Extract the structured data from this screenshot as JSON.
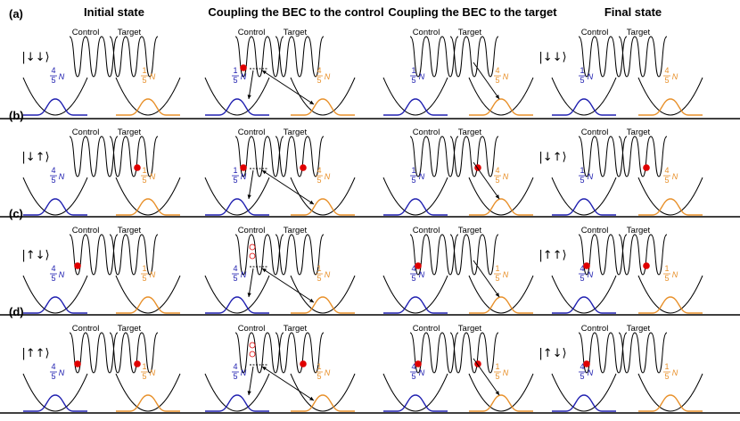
{
  "headers": [
    "Initial state",
    "Coupling the BEC to the control",
    "Coupling the BEC to the target",
    "Final state"
  ],
  "well_labels": {
    "control": "Control",
    "target": "Target"
  },
  "particle_symbol": "N",
  "colors": {
    "blue": "#2020b0",
    "orange": "#e8902a",
    "red": "#e00000",
    "black": "#000000"
  },
  "rows": [
    {
      "label": "(a)",
      "initial_ket": "|↓↓⟩",
      "final_ket": "|↓↓⟩",
      "initial_atoms": [],
      "control_atoms": {
        "solid": [
          "control"
        ],
        "hollow": []
      },
      "target_atoms": [],
      "final_atoms": [],
      "fractions": {
        "initial": [
          "4/5",
          "1/5"
        ],
        "control": [
          "1/5",
          "4/5"
        ],
        "target": [
          "1/5",
          "4/5"
        ],
        "final": [
          "1/5",
          "4/5"
        ]
      }
    },
    {
      "label": "(b)",
      "initial_ket": "|↓↑⟩",
      "final_ket": "|↓↑⟩",
      "initial_atoms": [
        "target"
      ],
      "control_atoms": {
        "solid": [
          "control",
          "target"
        ],
        "hollow": []
      },
      "target_atoms": [
        "target"
      ],
      "final_atoms": [
        "target"
      ],
      "fractions": {
        "initial": [
          "4/5",
          "1/5"
        ],
        "control": [
          "1/5",
          "4/5"
        ],
        "target": [
          "1/5",
          "4/5"
        ],
        "final": [
          "1/5",
          "4/5"
        ]
      }
    },
    {
      "label": "(c)",
      "initial_ket": "|↑↓⟩",
      "final_ket": "|↑↑⟩",
      "initial_atoms": [
        "control"
      ],
      "control_atoms": {
        "solid": [],
        "hollow": [
          "control"
        ]
      },
      "target_atoms": [
        "control"
      ],
      "final_atoms": [
        "control",
        "target"
      ],
      "fractions": {
        "initial": [
          "4/5",
          "1/5"
        ],
        "control": [
          "4/5",
          "1/5"
        ],
        "target": [
          "4/5",
          "1/5"
        ],
        "final": [
          "4/5",
          "1/5"
        ]
      }
    },
    {
      "label": "(d)",
      "initial_ket": "|↑↑⟩",
      "final_ket": "|↑↓⟩",
      "initial_atoms": [
        "control",
        "target"
      ],
      "control_atoms": {
        "solid": [
          "target"
        ],
        "hollow": [
          "control"
        ]
      },
      "target_atoms": [
        "control",
        "target"
      ],
      "final_atoms": [
        "control"
      ],
      "fractions": {
        "initial": [
          "4/5",
          "1/5"
        ],
        "control": [
          "4/5",
          "1/5"
        ],
        "target": [
          "4/5",
          "1/5"
        ],
        "final": [
          "4/5",
          "1/5"
        ]
      }
    }
  ]
}
